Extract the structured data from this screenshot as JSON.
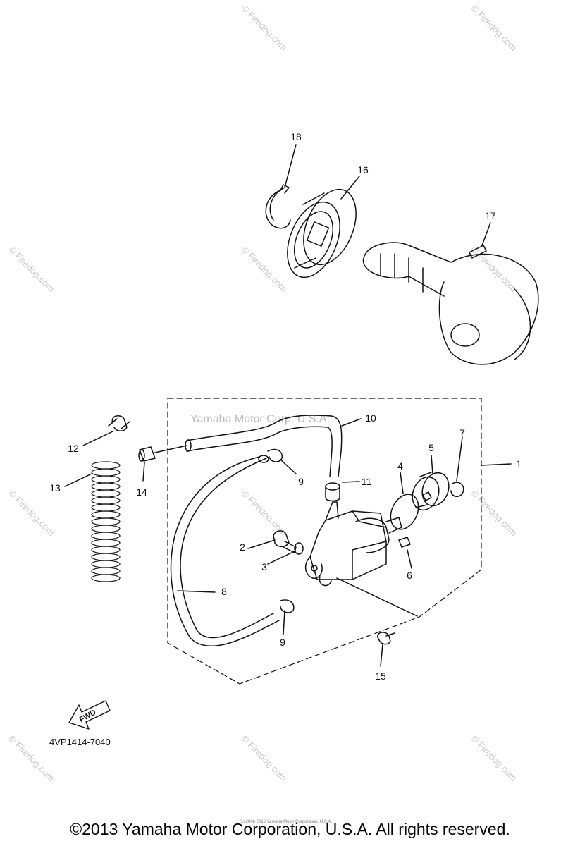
{
  "watermark_text": "© Firedog.com",
  "corp_watermark": "Yamaha Motor Corp. U.S.A.",
  "diagram_code": "4VP1414-7040",
  "fwd_label": "FWD",
  "tiny_note": "(c) 2006 2016 Yamaha Motor Corporation, U.S.A.",
  "copyright": "©2013 Yamaha Motor Corporation, U.S.A. All rights reserved.",
  "part_labels": {
    "p1": "1",
    "p2": "2",
    "p3": "3",
    "p4": "4",
    "p5": "5",
    "p6": "6",
    "p7": "7",
    "p8": "8",
    "p9a": "9",
    "p9b": "9",
    "p10": "10",
    "p11": "11",
    "p12": "12",
    "p13": "13",
    "p14": "14",
    "p15": "15",
    "p16": "16",
    "p17": "17",
    "p18": "18"
  },
  "colors": {
    "line": "#111111",
    "watermark": "#c8c8c8"
  }
}
